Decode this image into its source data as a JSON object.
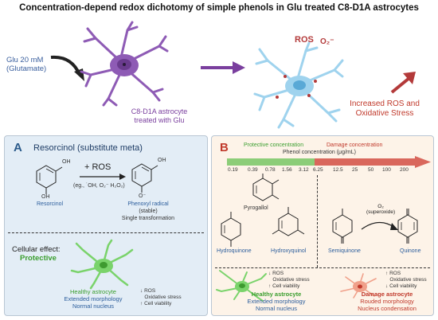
{
  "title": "Concentration-depend redox dichotomy of simple phenols in Glu treated C8-D1A astrocytes",
  "top": {
    "glu_label": "Glu 20 mM",
    "glu_sub": "(Glutamate)",
    "astrocyte_label": "C8-D1A astrocyte",
    "astrocyte_sub": "treated with Glu",
    "ros": "ROS",
    "o2": "O₂⁻",
    "increased_line1": "Increased ROS and",
    "increased_line2": "Oxidative Stress"
  },
  "panel_a": {
    "letter": "A",
    "heading": "Resorcinol (substitute meta)",
    "plus_ros": "+ ROS",
    "ros_species": "(eg., ˙OH, O₂⁻ H₂O₂)",
    "resorcinol": "Resorcinol",
    "phenoxyl_line1": "Phenoxyl radical",
    "phenoxyl_line2": "(stable)",
    "phenoxyl_line3": "Single transformation",
    "oh_label": "OH",
    "o_minus_label": "O⁻",
    "cellular_effect": "Cellular effect:",
    "protective": "Protective",
    "healthy": "Healthy astrocyte",
    "extended": "Extended morphology",
    "normal": "Normal nucleus",
    "effects": [
      "ROS",
      "Oxidative stress",
      "Cell viability"
    ]
  },
  "panel_b": {
    "letter": "B",
    "protective_conc": "Protective concentration",
    "damage_conc": "Damage concentration",
    "axis_label": "Phenol concentration (μg/mL)",
    "ticks_green": [
      "0.19",
      "0.39",
      "0.78",
      "1.56",
      "3.12"
    ],
    "tick_mid": "6.25",
    "ticks_red": [
      "12.5",
      "25",
      "50",
      "100",
      "200"
    ],
    "pyrogallol": "Pyrogallol",
    "hydroquinone": "Hydroquinone",
    "hydroxyquinol": "Hydroxyquinol",
    "semiquinone": "Semiquinone",
    "quinone": "Quinone",
    "o2_super": "O₂",
    "superoxide": "(superoxide)",
    "healthy": "Healthy astrocyte",
    "extended": "Extended morphology",
    "normal": "Normal nucleus",
    "effects_left": [
      "ROS",
      "Oxidative stress",
      "Cell viability"
    ],
    "damage": "Damage astrocyte",
    "rouded": "Rouded morphology",
    "condensation": "Nucleus condensation",
    "effects_right": [
      "ROS",
      "Oxidative stress",
      "Cell viability"
    ]
  },
  "colors": {
    "purple_cell": "#8e5bb5",
    "blue_cell": "#9fd3ee",
    "green_cell": "#7ad36b",
    "red_cell": "#f0a08a",
    "green_bar": "#8ccd78",
    "red_bar": "#d9675c"
  }
}
